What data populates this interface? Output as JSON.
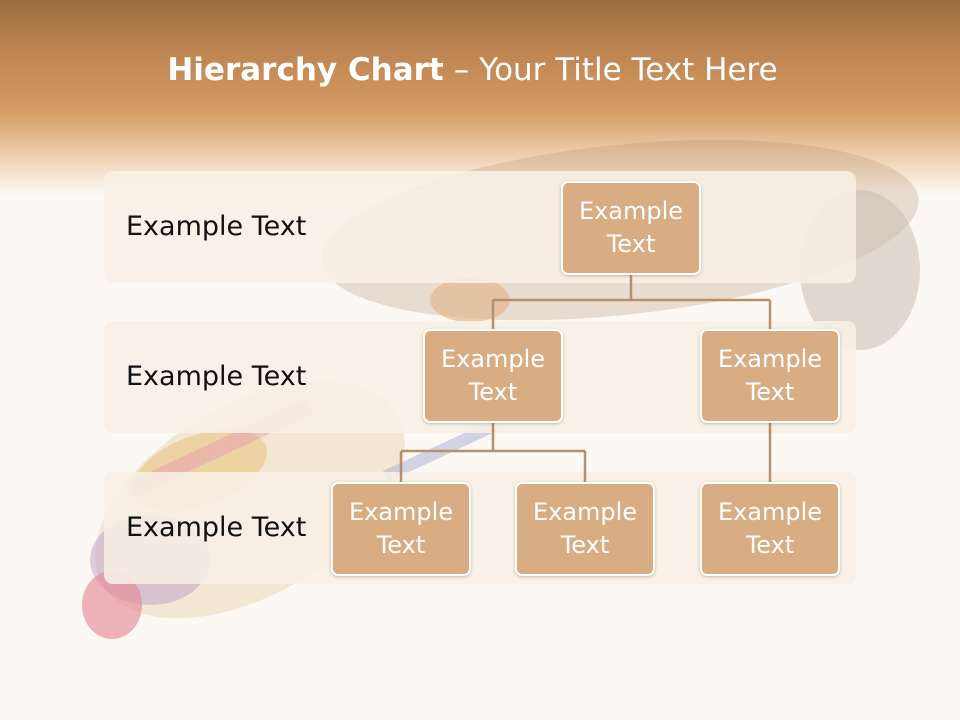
{
  "title": {
    "bold": "Hierarchy Chart",
    "separator": "–",
    "rest": "Your Title Text Here"
  },
  "levels": [
    {
      "label": "Example Text"
    },
    {
      "label": "Example Text"
    },
    {
      "label": "Example Text"
    }
  ],
  "nodes": {
    "root": "Example\nText",
    "level2_left": "Example\nText",
    "level2_right": "Example\nText",
    "level3_left": "Example\nText",
    "level3_middle": "Example\nText",
    "level3_right": "Example\nText"
  },
  "colors": {
    "header_dark": "#9b6b3e",
    "header_mid": "#d49a62",
    "node_fill": "#d8ad84",
    "connector": "#b78f6b",
    "band_fill": "#f8efe5"
  }
}
